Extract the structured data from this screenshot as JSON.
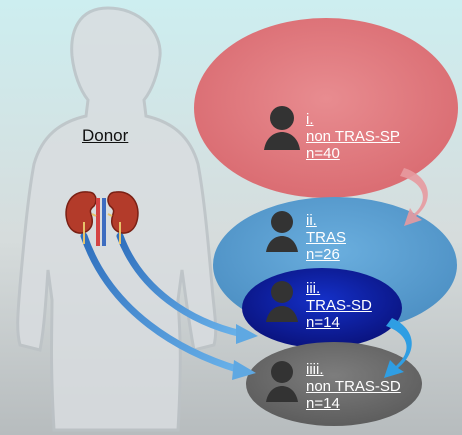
{
  "donor_label": "Donor",
  "groups": [
    {
      "numeral": "i.",
      "name": "non TRAS-SP",
      "count": "n=40",
      "color": "#e0797e"
    },
    {
      "numeral": "ii.",
      "name": "TRAS",
      "count": "n=26",
      "color": "#5b9fcf"
    },
    {
      "numeral": "iii.",
      "name": "TRAS-SD",
      "count": "n=14",
      "color": "#0f1e9e"
    },
    {
      "numeral": "iiii.",
      "name": "non TRAS-SD",
      "count": "n=14",
      "color": "#6b6b6b"
    }
  ],
  "icons": [
    "person-icon",
    "kidney-pair-icon",
    "curved-arrow-icon"
  ]
}
